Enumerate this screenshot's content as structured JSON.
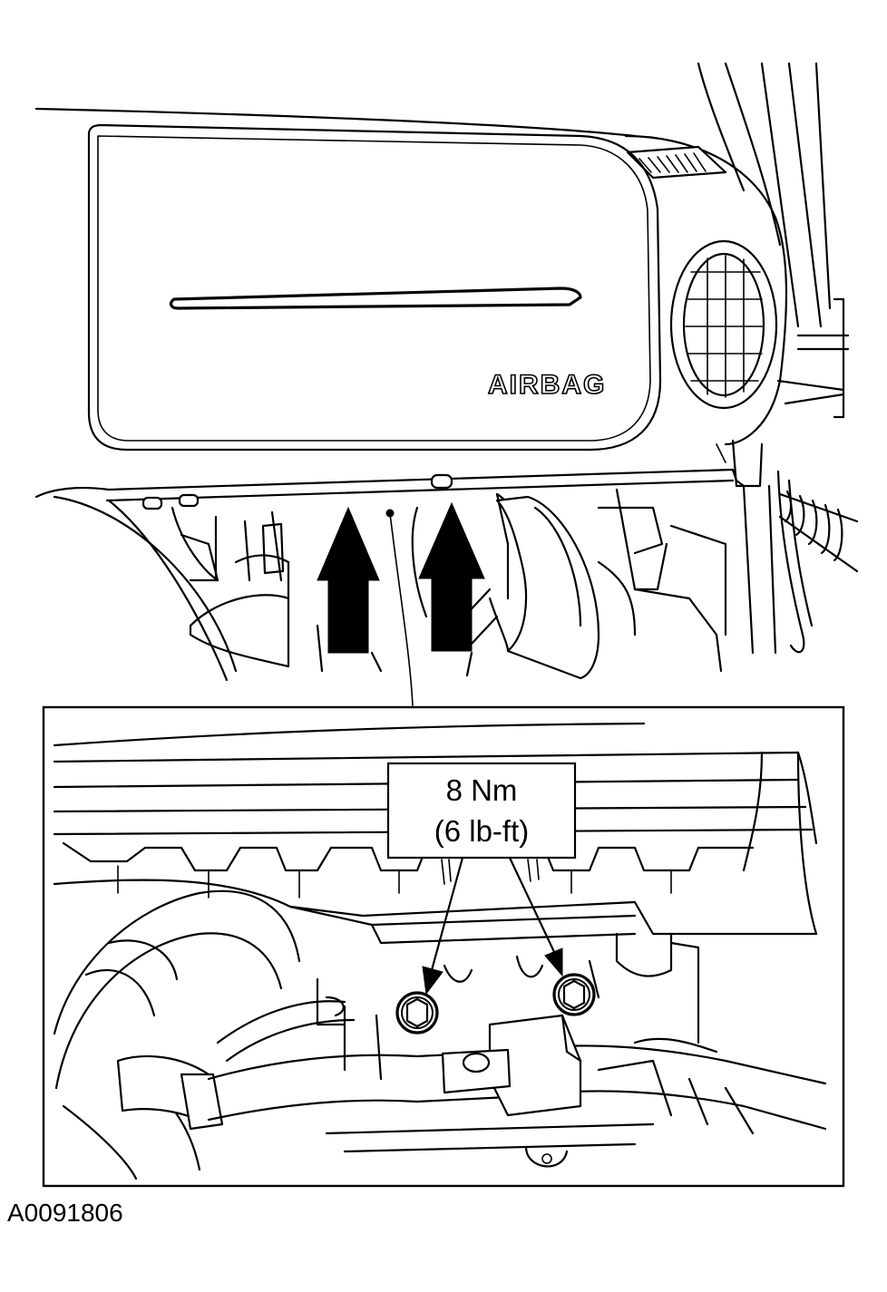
{
  "panel_label": "AIRBAG",
  "torque": {
    "metric": "8 Nm",
    "imperial": "(6 lb-ft)"
  },
  "figure_id": "A0091806"
}
